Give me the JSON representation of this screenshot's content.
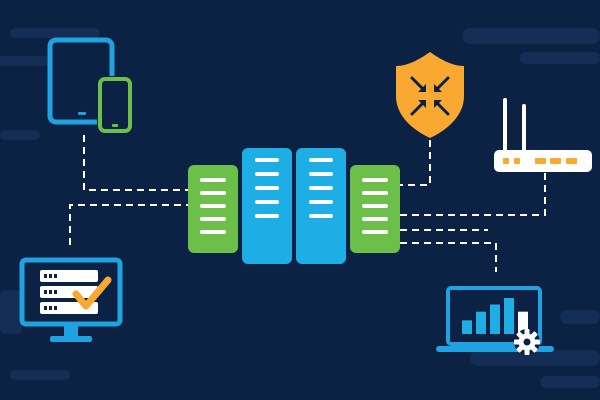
{
  "colors": {
    "background": "#0c2244",
    "background_stripe": "#132d55",
    "connector": "#ffffff",
    "server_green": "#6cc04a",
    "server_blue": "#1eaee6",
    "device_blue": "#1ea2e0",
    "device_green": "#6cc04a",
    "shield_orange": "#f9a832",
    "check_orange": "#f9a832",
    "router_body": "#ffffff",
    "router_led": "#f9a832",
    "chart_bar": "#1eaee6",
    "white": "#ffffff",
    "ink": "#0c2244"
  },
  "icons": [
    "tablet-and-phone-icon",
    "firewall-shield-icon",
    "wireless-router-icon",
    "server-rack-cluster-icon",
    "monitor-checklist-icon",
    "laptop-analytics-icon",
    "gear-icon"
  ],
  "screen_chart_bars": [
    0.38,
    0.62,
    0.82,
    1.0,
    0.62
  ]
}
